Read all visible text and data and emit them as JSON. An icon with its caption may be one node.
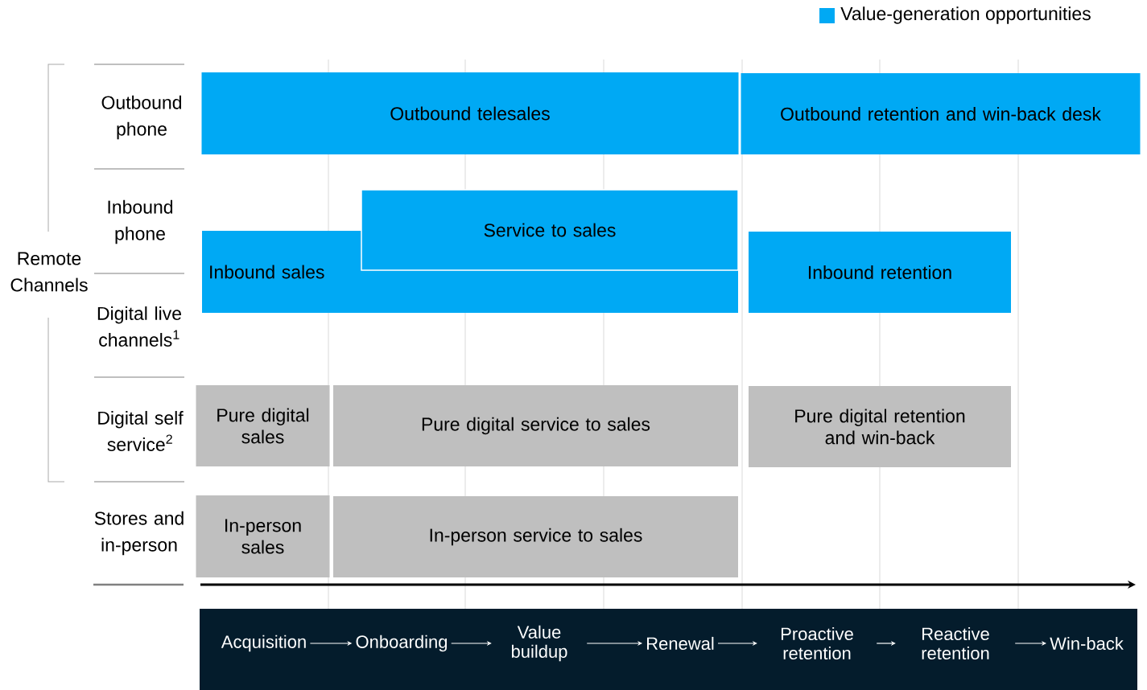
{
  "diagram": {
    "nodes": [
      {
        "text": [
          "Outbound telesales"
        ]
      },
      {
        "text": [
          "Outbound retention and win-back desk"
        ]
      },
      {
        "text": [
          "Service to sales"
        ]
      },
      {
        "text": [
          "Inbound sales"
        ]
      },
      {
        "text": [
          "Inbound retention"
        ]
      },
      {
        "text": [
          "Pure digital sales"
        ]
      },
      {
        "text": [
          "Pure digital service to sales"
        ]
      },
      {
        "text": [
          "Pure digital retention and win-back"
        ]
      },
      {
        "text": [
          "In-person sales"
        ]
      },
      {
        "text": [
          "In-person service to sales"
        ]
      },
      {
        "text": [
          "Acquisition"
        ]
      },
      {
        "text": [
          "Onboarding"
        ]
      },
      {
        "text": [
          "Value buildup"
        ]
      },
      {
        "text": [
          "Renewal"
        ]
      },
      {
        "text": [
          "Proactive retention"
        ]
      },
      {
        "text": [
          "Reactive retention"
        ]
      },
      {
        "text": [
          "Win-back"
        ]
      }
    ],
    "edges": [
      {
        "from": 10,
        "to": 11,
        "arrow": "to"
      },
      {
        "from": 11,
        "to": 12,
        "arrow": "to"
      },
      {
        "from": 12,
        "to": 13,
        "arrow": "to"
      },
      {
        "from": 13,
        "to": 14,
        "arrow": "to"
      },
      {
        "from": 14,
        "to": 15,
        "arrow": "to"
      },
      {
        "from": 15,
        "to": 16,
        "arrow": "to"
      }
    ],
    "labels": [
      "Outbound phone",
      "Inbound phone",
      "Remote Channels",
      "Digital live channels$^{1}$",
      "Digital self service$^{2}$",
      "Stores and in-person"
    ],
    "legend": [
      {
        "text": "Value-generation opportunities",
        "color": "#00a9f4"
      }
    ]
  }
}
